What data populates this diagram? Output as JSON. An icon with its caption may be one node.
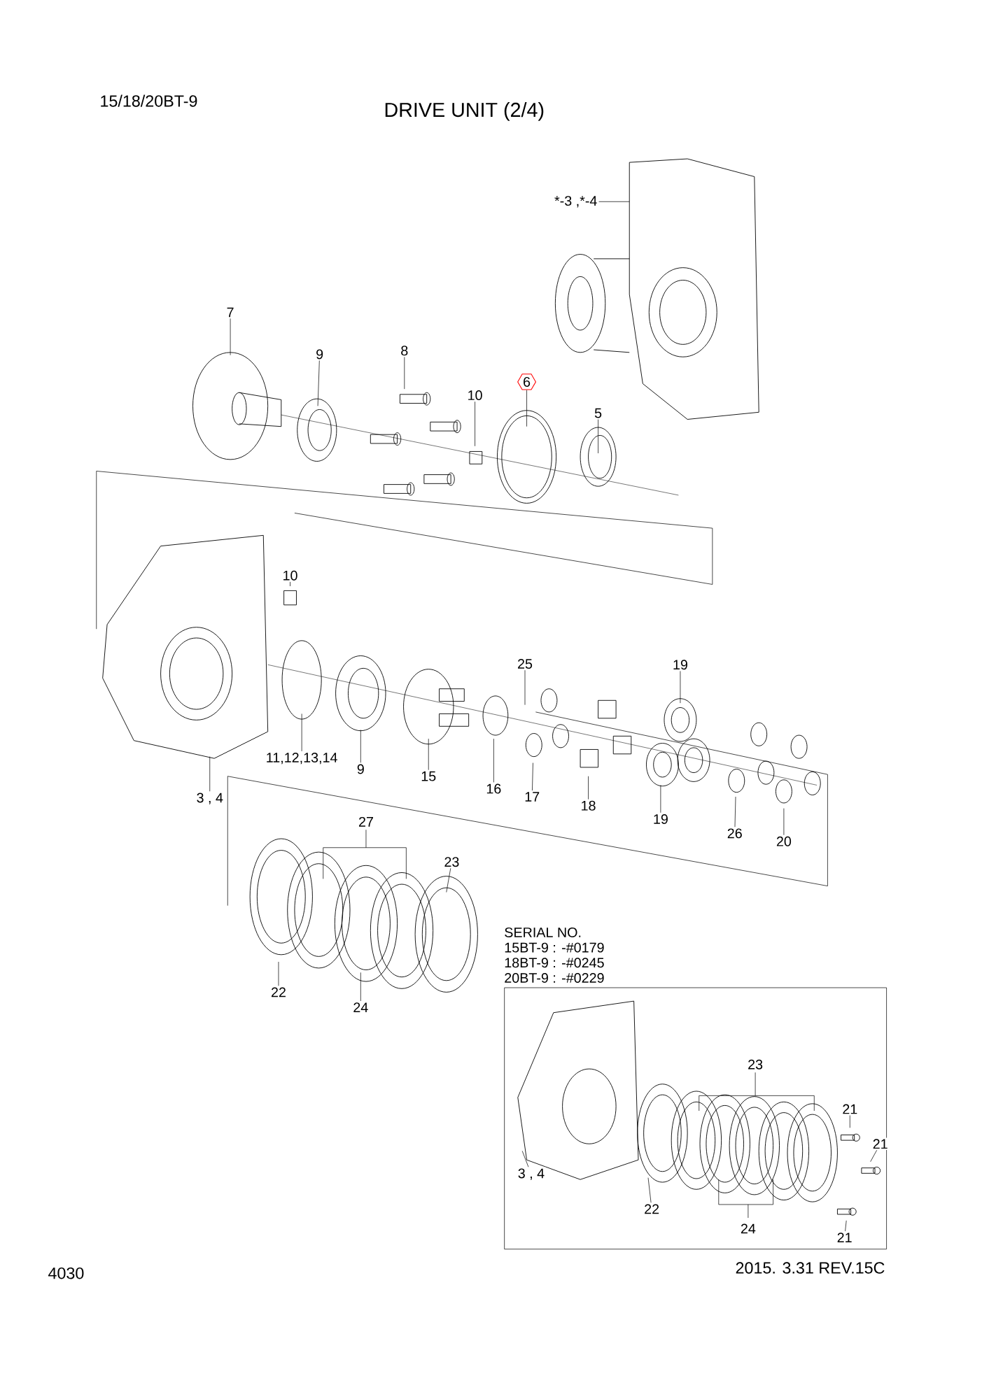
{
  "diagram": {
    "title": "DRIVE UNIT (2/4)",
    "nodes": [
      {
        "text": [
          "*-3 ,*-4"
        ]
      },
      {
        "text": [
          "7"
        ]
      },
      {
        "text": [
          "8"
        ]
      },
      {
        "text": [
          "9"
        ]
      },
      {
        "text": [
          "6"
        ]
      },
      {
        "text": [
          "10"
        ]
      },
      {
        "text": [
          "5"
        ]
      },
      {
        "text": [
          "10"
        ]
      },
      {
        "text": [
          "25"
        ]
      },
      {
        "text": [
          "19"
        ]
      },
      {
        "text": [
          "11,12,13,14"
        ]
      },
      {
        "text": [
          "9"
        ]
      },
      {
        "text": [
          "15"
        ]
      },
      {
        "text": [
          "3 , 4"
        ]
      },
      {
        "text": [
          "16"
        ]
      },
      {
        "text": [
          "17"
        ]
      },
      {
        "text": [
          "18"
        ]
      },
      {
        "text": [
          "19"
        ]
      },
      {
        "text": [
          "26"
        ]
      },
      {
        "text": [
          "20"
        ]
      },
      {
        "text": [
          "23"
        ]
      },
      {
        "text": [
          "22"
        ]
      },
      {
        "text": [
          "24"
        ]
      },
      {
        "text": [
          "21"
        ]
      },
      {
        "text": [
          "21"
        ]
      },
      {
        "text": [
          "3 , 4"
        ]
      },
      {
        "text": [
          "22"
        ]
      },
      {
        "text": [
          "21"
        ]
      }
    ],
    "edges": [
      {
        "from": 0,
        "to": null,
        "arrow": "none"
      },
      {
        "from": 1,
        "to": null,
        "arrow": "none"
      },
      {
        "from": 2,
        "to": null,
        "arrow": "none"
      },
      {
        "from": 3,
        "to": null,
        "arrow": "none"
      },
      {
        "from": 4,
        "to": null,
        "arrow": "none"
      },
      {
        "from": 5,
        "to": null,
        "arrow": "none"
      },
      {
        "from": 6,
        "to": null,
        "arrow": "none"
      },
      {
        "from": 7,
        "to": null,
        "arrow": "none"
      },
      {
        "from": 8,
        "to": null,
        "arrow": "none"
      },
      {
        "from": 9,
        "to": null,
        "arrow": "none"
      },
      {
        "from": 10,
        "to": null,
        "arrow": "none"
      },
      {
        "from": 11,
        "to": null,
        "arrow": "none"
      },
      {
        "from": 12,
        "to": null,
        "arrow": "none"
      },
      {
        "from": 13,
        "to": null,
        "arrow": "none"
      },
      {
        "from": 14,
        "to": null,
        "arrow": "none"
      },
      {
        "from": 15,
        "to": null,
        "arrow": "none"
      },
      {
        "from": 16,
        "to": null,
        "arrow": "none"
      },
      {
        "from": 17,
        "to": null,
        "arrow": "none"
      },
      {
        "from": 18,
        "to": null,
        "arrow": "none"
      },
      {
        "from": 19,
        "to": null,
        "arrow": "none"
      },
      {
        "from": 20,
        "to": null,
        "arrow": "none"
      },
      {
        "from": 21,
        "to": null,
        "arrow": "none"
      },
      {
        "from": 22,
        "to": null,
        "arrow": "none"
      },
      {
        "from": 23,
        "to": null,
        "arrow": "none"
      },
      {
        "from": 24,
        "to": null,
        "arrow": "none"
      },
      {
        "from": 25,
        "to": null,
        "arrow": "none"
      },
      {
        "from": 26,
        "to": null,
        "arrow": "none"
      },
      {
        "from": 27,
        "to": null,
        "arrow": "none"
      }
    ],
    "labels": [
      "15/18/20BT-9",
      "27",
      "SERIAL NO.",
      "15BT-9 : -#0179",
      "18BT-9 : -#0245",
      "20BT-9 : -#0229",
      "23",
      "24",
      "4030",
      "2015. 3.31  REV.15C"
    ]
  }
}
